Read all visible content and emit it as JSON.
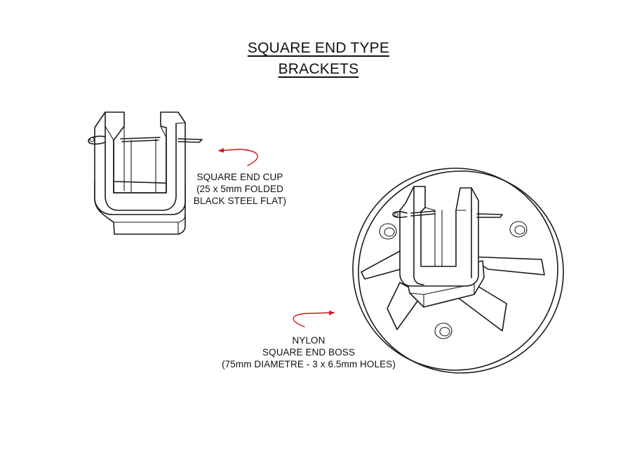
{
  "title": {
    "line1": "SQUARE END TYPE",
    "line2": "BRACKETS"
  },
  "cup": {
    "label_line1": "SQUARE END CUP",
    "label_line2": "(25 x 5mm FOLDED",
    "label_line3": "BLACK STEEL FLAT)"
  },
  "boss": {
    "label_line1": "NYLON",
    "label_line2": "SQUARE END BOSS",
    "label_line3": "(75mm DIAMETRE - 3 x 6.5mm HOLES)"
  },
  "colors": {
    "line": "#1a1a1a",
    "arrow": "#d01818",
    "background": "#ffffff"
  }
}
